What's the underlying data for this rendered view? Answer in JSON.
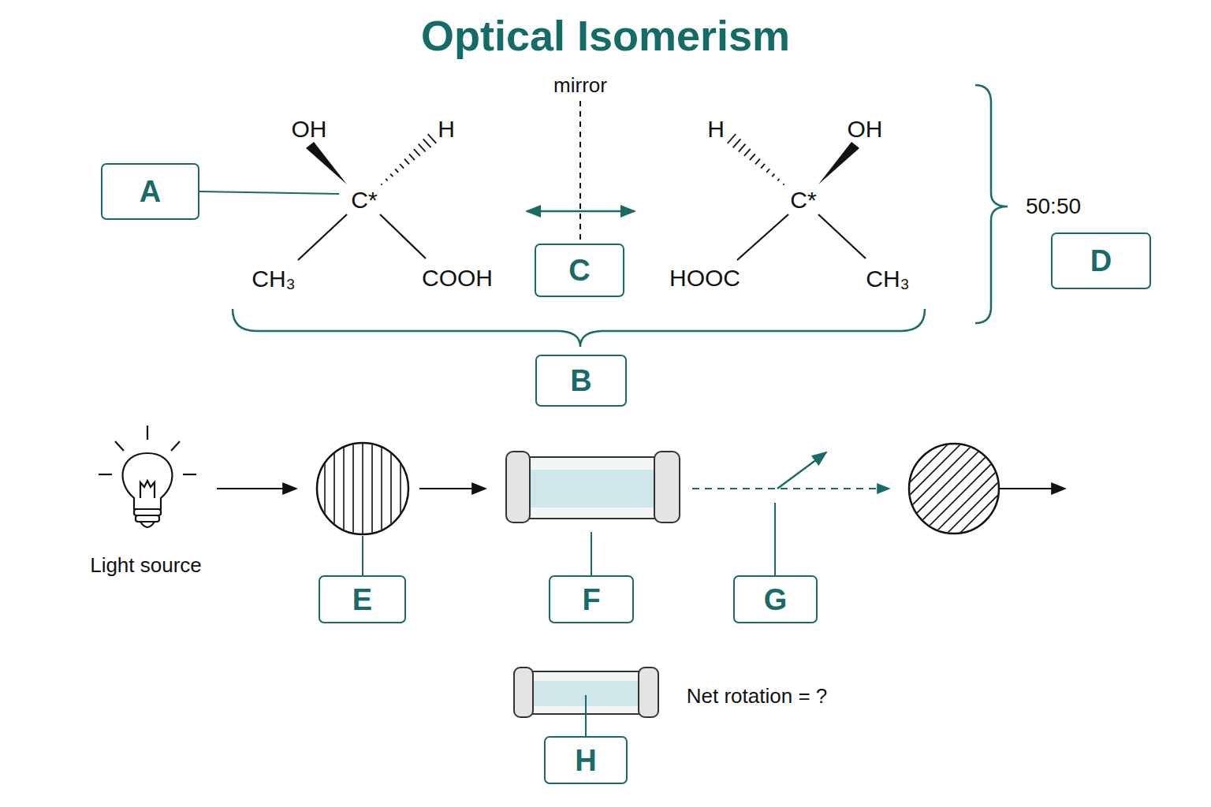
{
  "diagram": {
    "title": "Optical Isomerism",
    "nodes": [
      {
        "text": [
          "A"
        ]
      },
      {
        "text": [
          "B"
        ]
      },
      {
        "text": [
          "C"
        ]
      },
      {
        "text": [
          "D"
        ]
      },
      {
        "text": [
          "E"
        ]
      },
      {
        "text": [
          "F"
        ]
      },
      {
        "text": [
          "G"
        ]
      },
      {
        "text": [
          "H"
        ]
      }
    ],
    "labels": [
      "mirror",
      "OH",
      "H",
      "C*",
      "CH₃",
      "COOH",
      "H",
      "OH",
      "C*",
      "HOOC",
      "CH₃",
      "50:50",
      "Light source",
      "Net rotation = ?"
    ]
  }
}
